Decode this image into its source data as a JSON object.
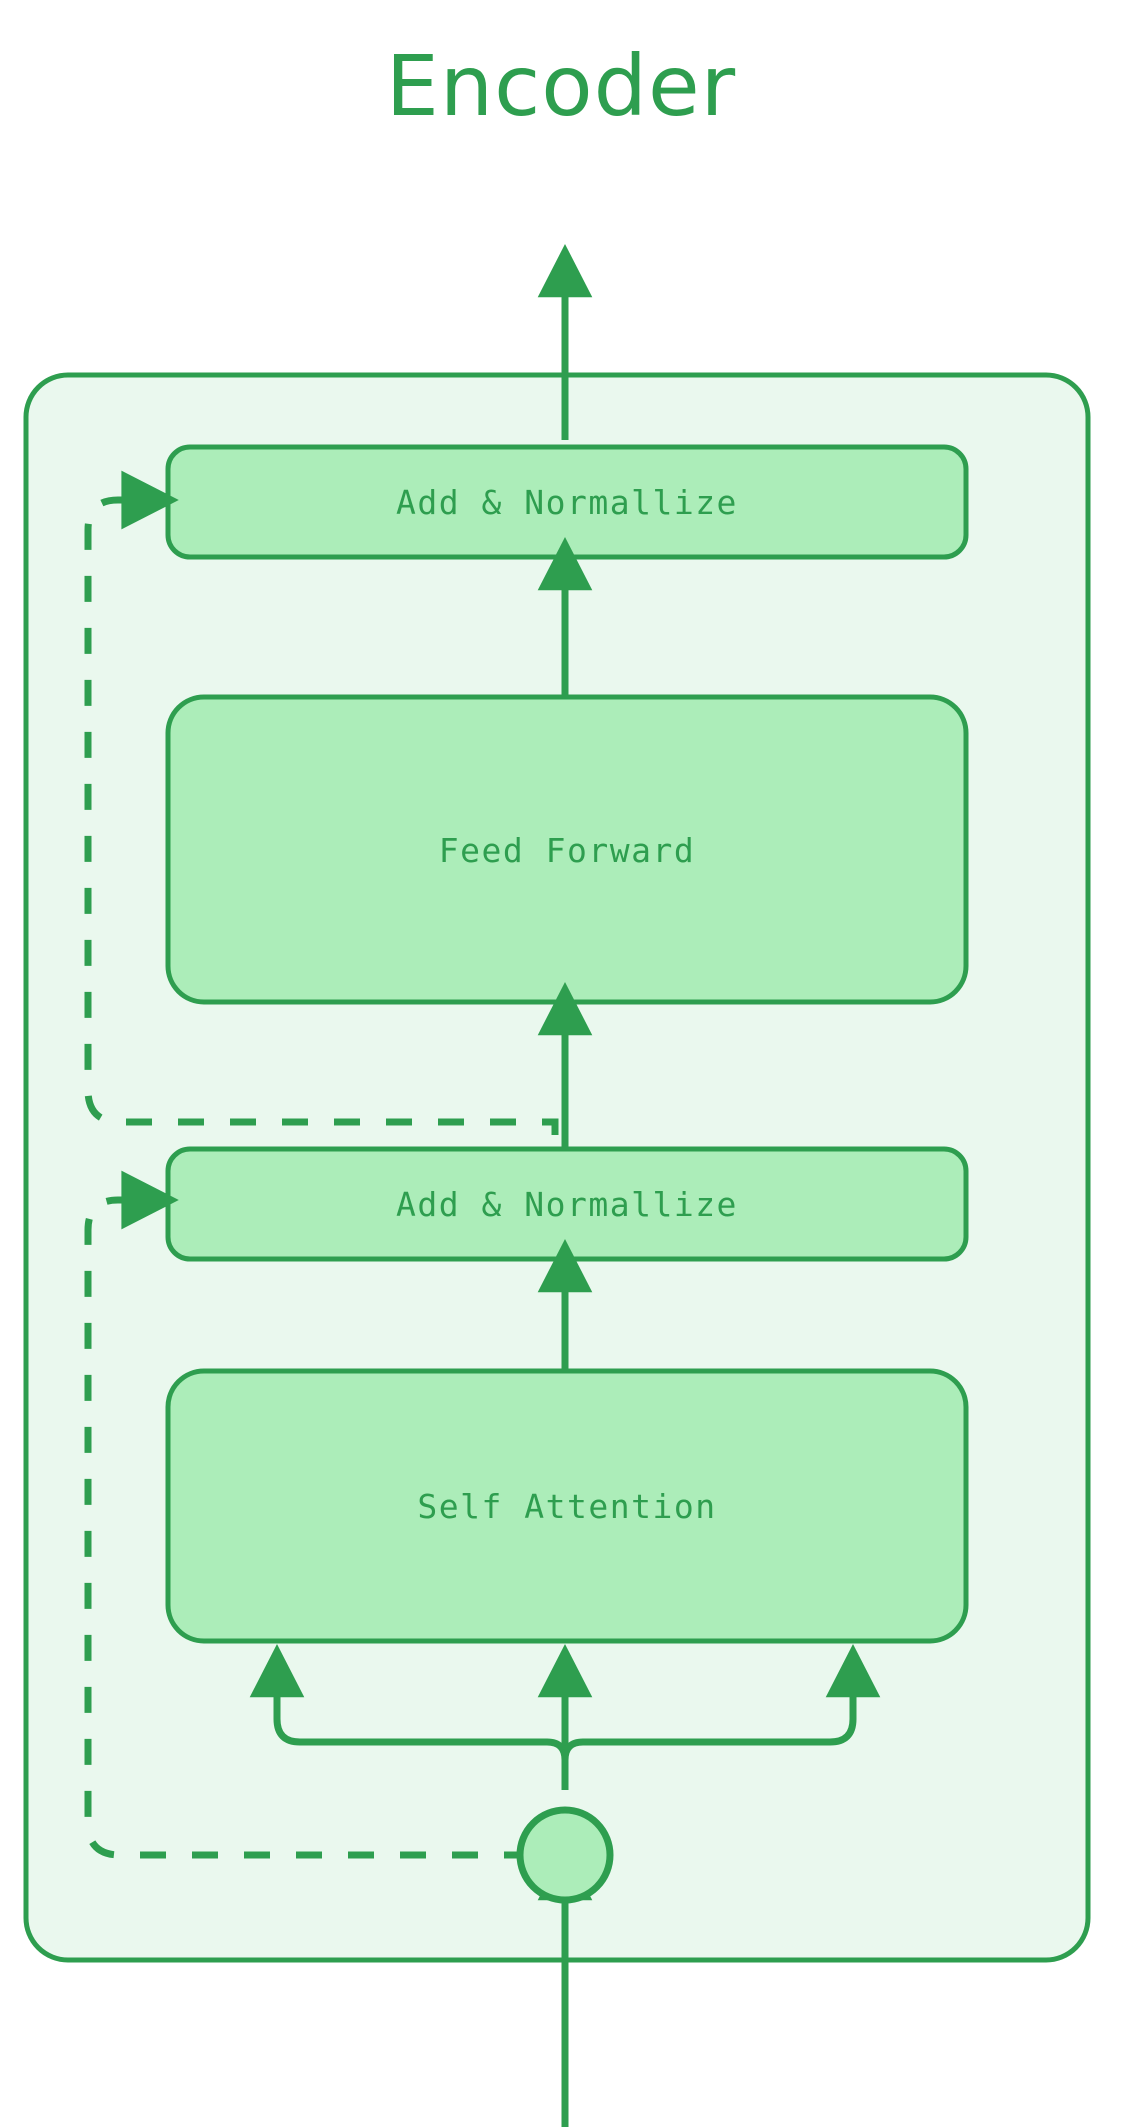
{
  "title": "Encoder",
  "colors": {
    "stroke": "#2E9E4F",
    "title_color": "#2E9E4F",
    "label_color": "#2E9E4F",
    "container_fill": "#EAF8EE",
    "node_fill": "#ACEDB9",
    "page_background": "#FFFFFF"
  },
  "container": {
    "name": "encoder-block"
  },
  "nodes": [
    {
      "id": "add-norm-top",
      "label": "Add & Normallize"
    },
    {
      "id": "feed-forward",
      "label": "Feed Forward"
    },
    {
      "id": "add-norm-bottom",
      "label": "Add & Normallize"
    },
    {
      "id": "self-attention",
      "label": "Self Attention"
    },
    {
      "id": "input-node",
      "label": ""
    }
  ],
  "edges": [
    {
      "id": "out-arrow",
      "style": "solid",
      "from": "add-norm-top",
      "to": "output"
    },
    {
      "id": "ff-to-addnorm-top",
      "style": "solid",
      "from": "feed-forward",
      "to": "add-norm-top"
    },
    {
      "id": "addnorm-bot-to-ff",
      "style": "solid",
      "from": "add-norm-bottom",
      "to": "feed-forward"
    },
    {
      "id": "sa-to-addnorm-bot",
      "style": "solid",
      "from": "self-attention",
      "to": "add-norm-bottom"
    },
    {
      "id": "residual-top",
      "style": "dashed",
      "from": "addnorm-bot-edge",
      "to": "add-norm-top"
    },
    {
      "id": "residual-bottom",
      "style": "dashed",
      "from": "input-node",
      "to": "add-norm-bottom"
    },
    {
      "id": "input-q",
      "style": "solid",
      "from": "input-node",
      "to": "self-attention"
    },
    {
      "id": "input-k",
      "style": "solid",
      "from": "input-node",
      "to": "self-attention"
    },
    {
      "id": "input-v",
      "style": "solid",
      "from": "input-node",
      "to": "self-attention"
    },
    {
      "id": "in-arrow",
      "style": "solid",
      "from": "input",
      "to": "input-node"
    }
  ]
}
